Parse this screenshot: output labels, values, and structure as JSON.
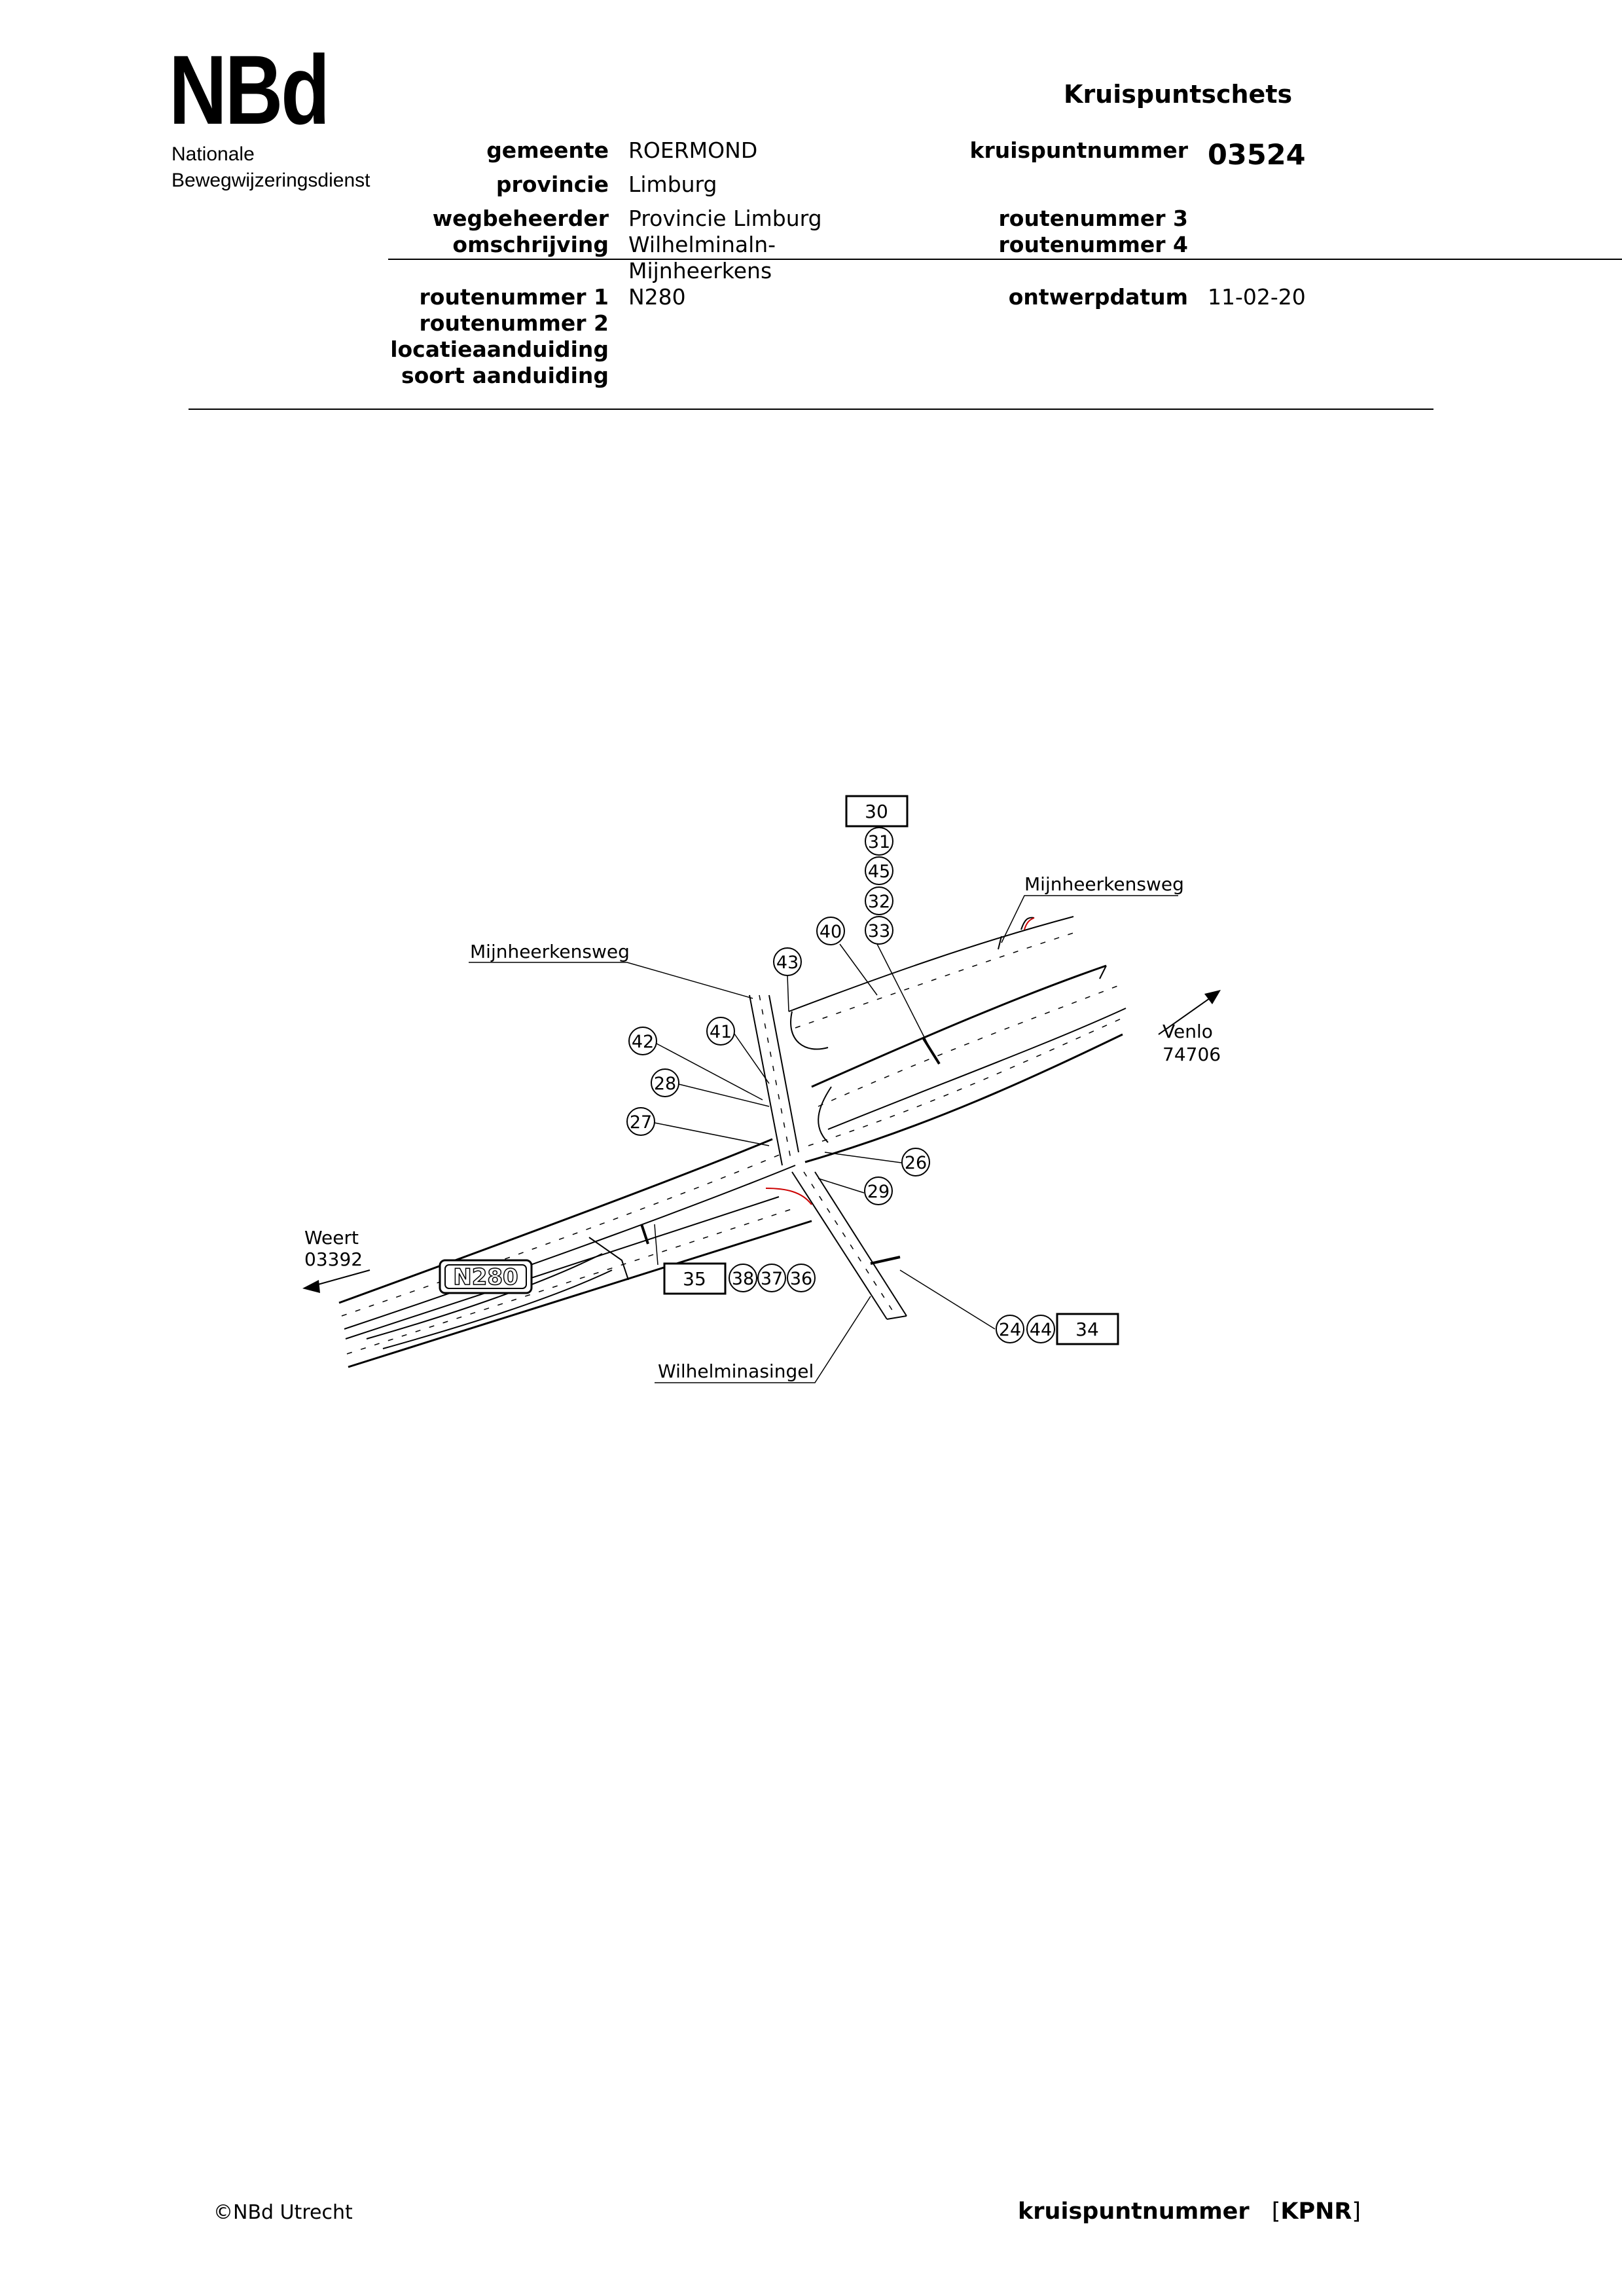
{
  "logo": {
    "mark": "NBd",
    "line1": "Nationale",
    "line2": "Bewegwijzeringsdienst"
  },
  "header": {
    "title": "Kruispuntschets",
    "left_fields": [
      {
        "label": "gemeente",
        "value": "ROERMOND"
      },
      {
        "label": "provincie",
        "value": "Limburg"
      },
      {
        "label": "wegbeheerder",
        "value": "Provincie Limburg"
      },
      {
        "label": "omschrijving",
        "value": "Wilhelminaln-"
      },
      {
        "label": "",
        "value": "Mijnheerkens"
      },
      {
        "label": "routenummer 1",
        "value": "N280"
      },
      {
        "label": "routenummer 2",
        "value": ""
      },
      {
        "label": "locatieaanduiding",
        "value": ""
      },
      {
        "label": "soort aanduiding",
        "value": ""
      }
    ],
    "right_fields": [
      {
        "label": "kruispuntnummer",
        "value": "03524"
      },
      {
        "label": "routenummer 3",
        "value": ""
      },
      {
        "label": "routenummer 4",
        "value": ""
      },
      {
        "label": "ontwerpdatum",
        "value": "11-02-20"
      }
    ]
  },
  "sketch": {
    "streets": {
      "north_east": "Mijnheerkensweg",
      "north_west": "Mijnheerkensweg",
      "south": "Wilhelminasingel"
    },
    "road_shield": "N280",
    "directions": {
      "east_place": "Venlo",
      "east_code": "74706",
      "west_place": "Weert",
      "west_code": "03392"
    },
    "boxed_signs": [
      "30",
      "35",
      "34"
    ],
    "circled_signs": {
      "top_column": [
        "31",
        "45",
        "32",
        "33"
      ],
      "n40": "40",
      "n43": "43",
      "n41": "41",
      "n42": "42",
      "n28": "28",
      "n27": "27",
      "n26": "26",
      "n29": "29",
      "row_south": [
        "38",
        "37",
        "36"
      ],
      "row_southeast": [
        "24",
        "44"
      ]
    }
  },
  "footer": {
    "copyright": "©NBd Utrecht",
    "label": "kruispuntnummer",
    "code_open": "[",
    "code": "KPNR",
    "code_close": "]"
  }
}
